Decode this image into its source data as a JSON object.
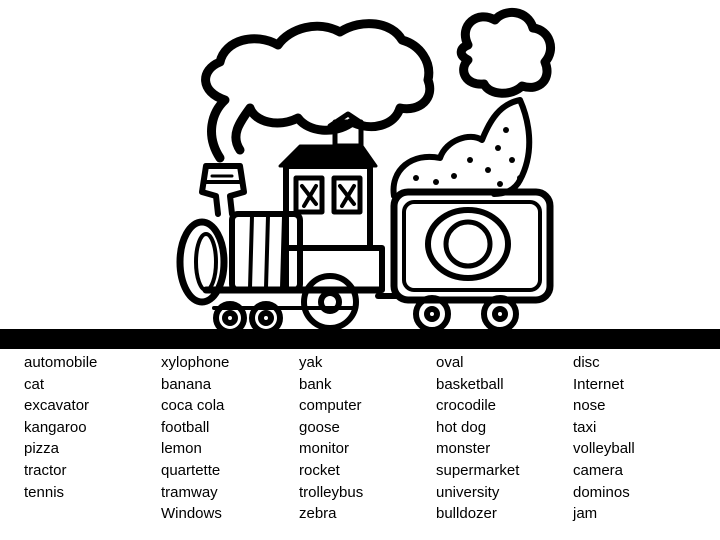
{
  "illustration": {
    "subject": "train-with-smoke-clouds",
    "wagon_letter": "O"
  },
  "colors": {
    "ink": "#000000",
    "paper": "#ffffff"
  },
  "word_columns": [
    [
      "automobile",
      "cat",
      "excavator",
      "kangaroo",
      "pizza",
      "tractor",
      "tennis"
    ],
    [
      "xylophone",
      "banana",
      "coca cola",
      "football",
      "lemon",
      "quartette",
      "tramway",
      "Windows"
    ],
    [
      "yak",
      "bank",
      "computer",
      "goose",
      "monitor",
      "rocket",
      "trolleybus",
      "zebra"
    ],
    [
      "oval",
      "basketball",
      "crocodile",
      "hot dog",
      "monster",
      "supermarket",
      "university",
      "bulldozer"
    ],
    [
      "disc",
      "Internet",
      "nose",
      "taxi",
      "volleyball",
      "camera",
      "dominos",
      "jam"
    ]
  ]
}
